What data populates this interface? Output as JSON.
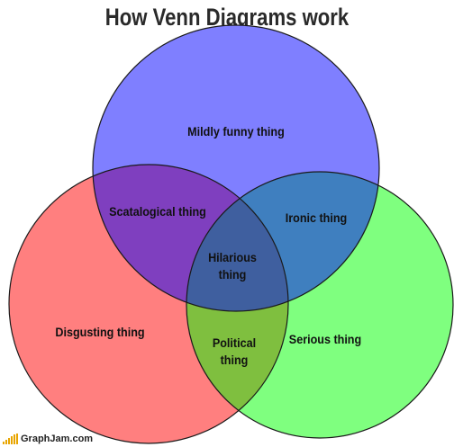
{
  "title": "How Venn Diagrams work",
  "sets": [
    {
      "id": "top",
      "label": "Mildly funny thing",
      "color": "#7f7fff"
    },
    {
      "id": "left",
      "label": "Disgusting thing",
      "color": "#ff7f7f"
    },
    {
      "id": "right",
      "label": "Serious thing",
      "color": "#7fff7f"
    }
  ],
  "intersections": {
    "top_left": {
      "line1": "Scatalogical thing",
      "color": "#7f3fbf"
    },
    "top_right": {
      "line1": "Ironic thing",
      "color": "#3f7fbf"
    },
    "left_right": {
      "line1": "Political",
      "line2": "thing",
      "color": "#7fbf3f"
    },
    "all": {
      "line1": "Hilarious",
      "line2": "thing",
      "color": "#3f5f9f"
    }
  },
  "footer": {
    "brand": "GraphJam.com",
    "accent_color": "#e8a500"
  }
}
